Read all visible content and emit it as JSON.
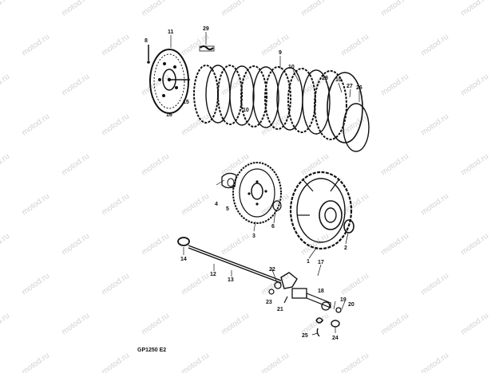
{
  "watermark_text": "motod.ru",
  "footer_code": "GP1250 E2",
  "callouts": {
    "c1": "1",
    "c2": "2",
    "c3": "3",
    "c4": "4",
    "c5": "5",
    "c6": "6",
    "c8": "8",
    "c9": "9",
    "c10a": "10",
    "c10b": "10",
    "c10c": "10",
    "c11": "11",
    "c12": "12",
    "c13": "13",
    "c14": "14",
    "c15": "15",
    "c16": "16",
    "c17": "17",
    "c18": "18",
    "c19": "19",
    "c20": "20",
    "c21": "21",
    "c22": "22",
    "c23": "23",
    "c24": "24",
    "c25": "25",
    "c26": "26",
    "c27": "27",
    "c28": "28",
    "c29": "29"
  },
  "colors": {
    "ink": "#111111",
    "watermark": "#d2d2d2",
    "background": "#ffffff"
  }
}
